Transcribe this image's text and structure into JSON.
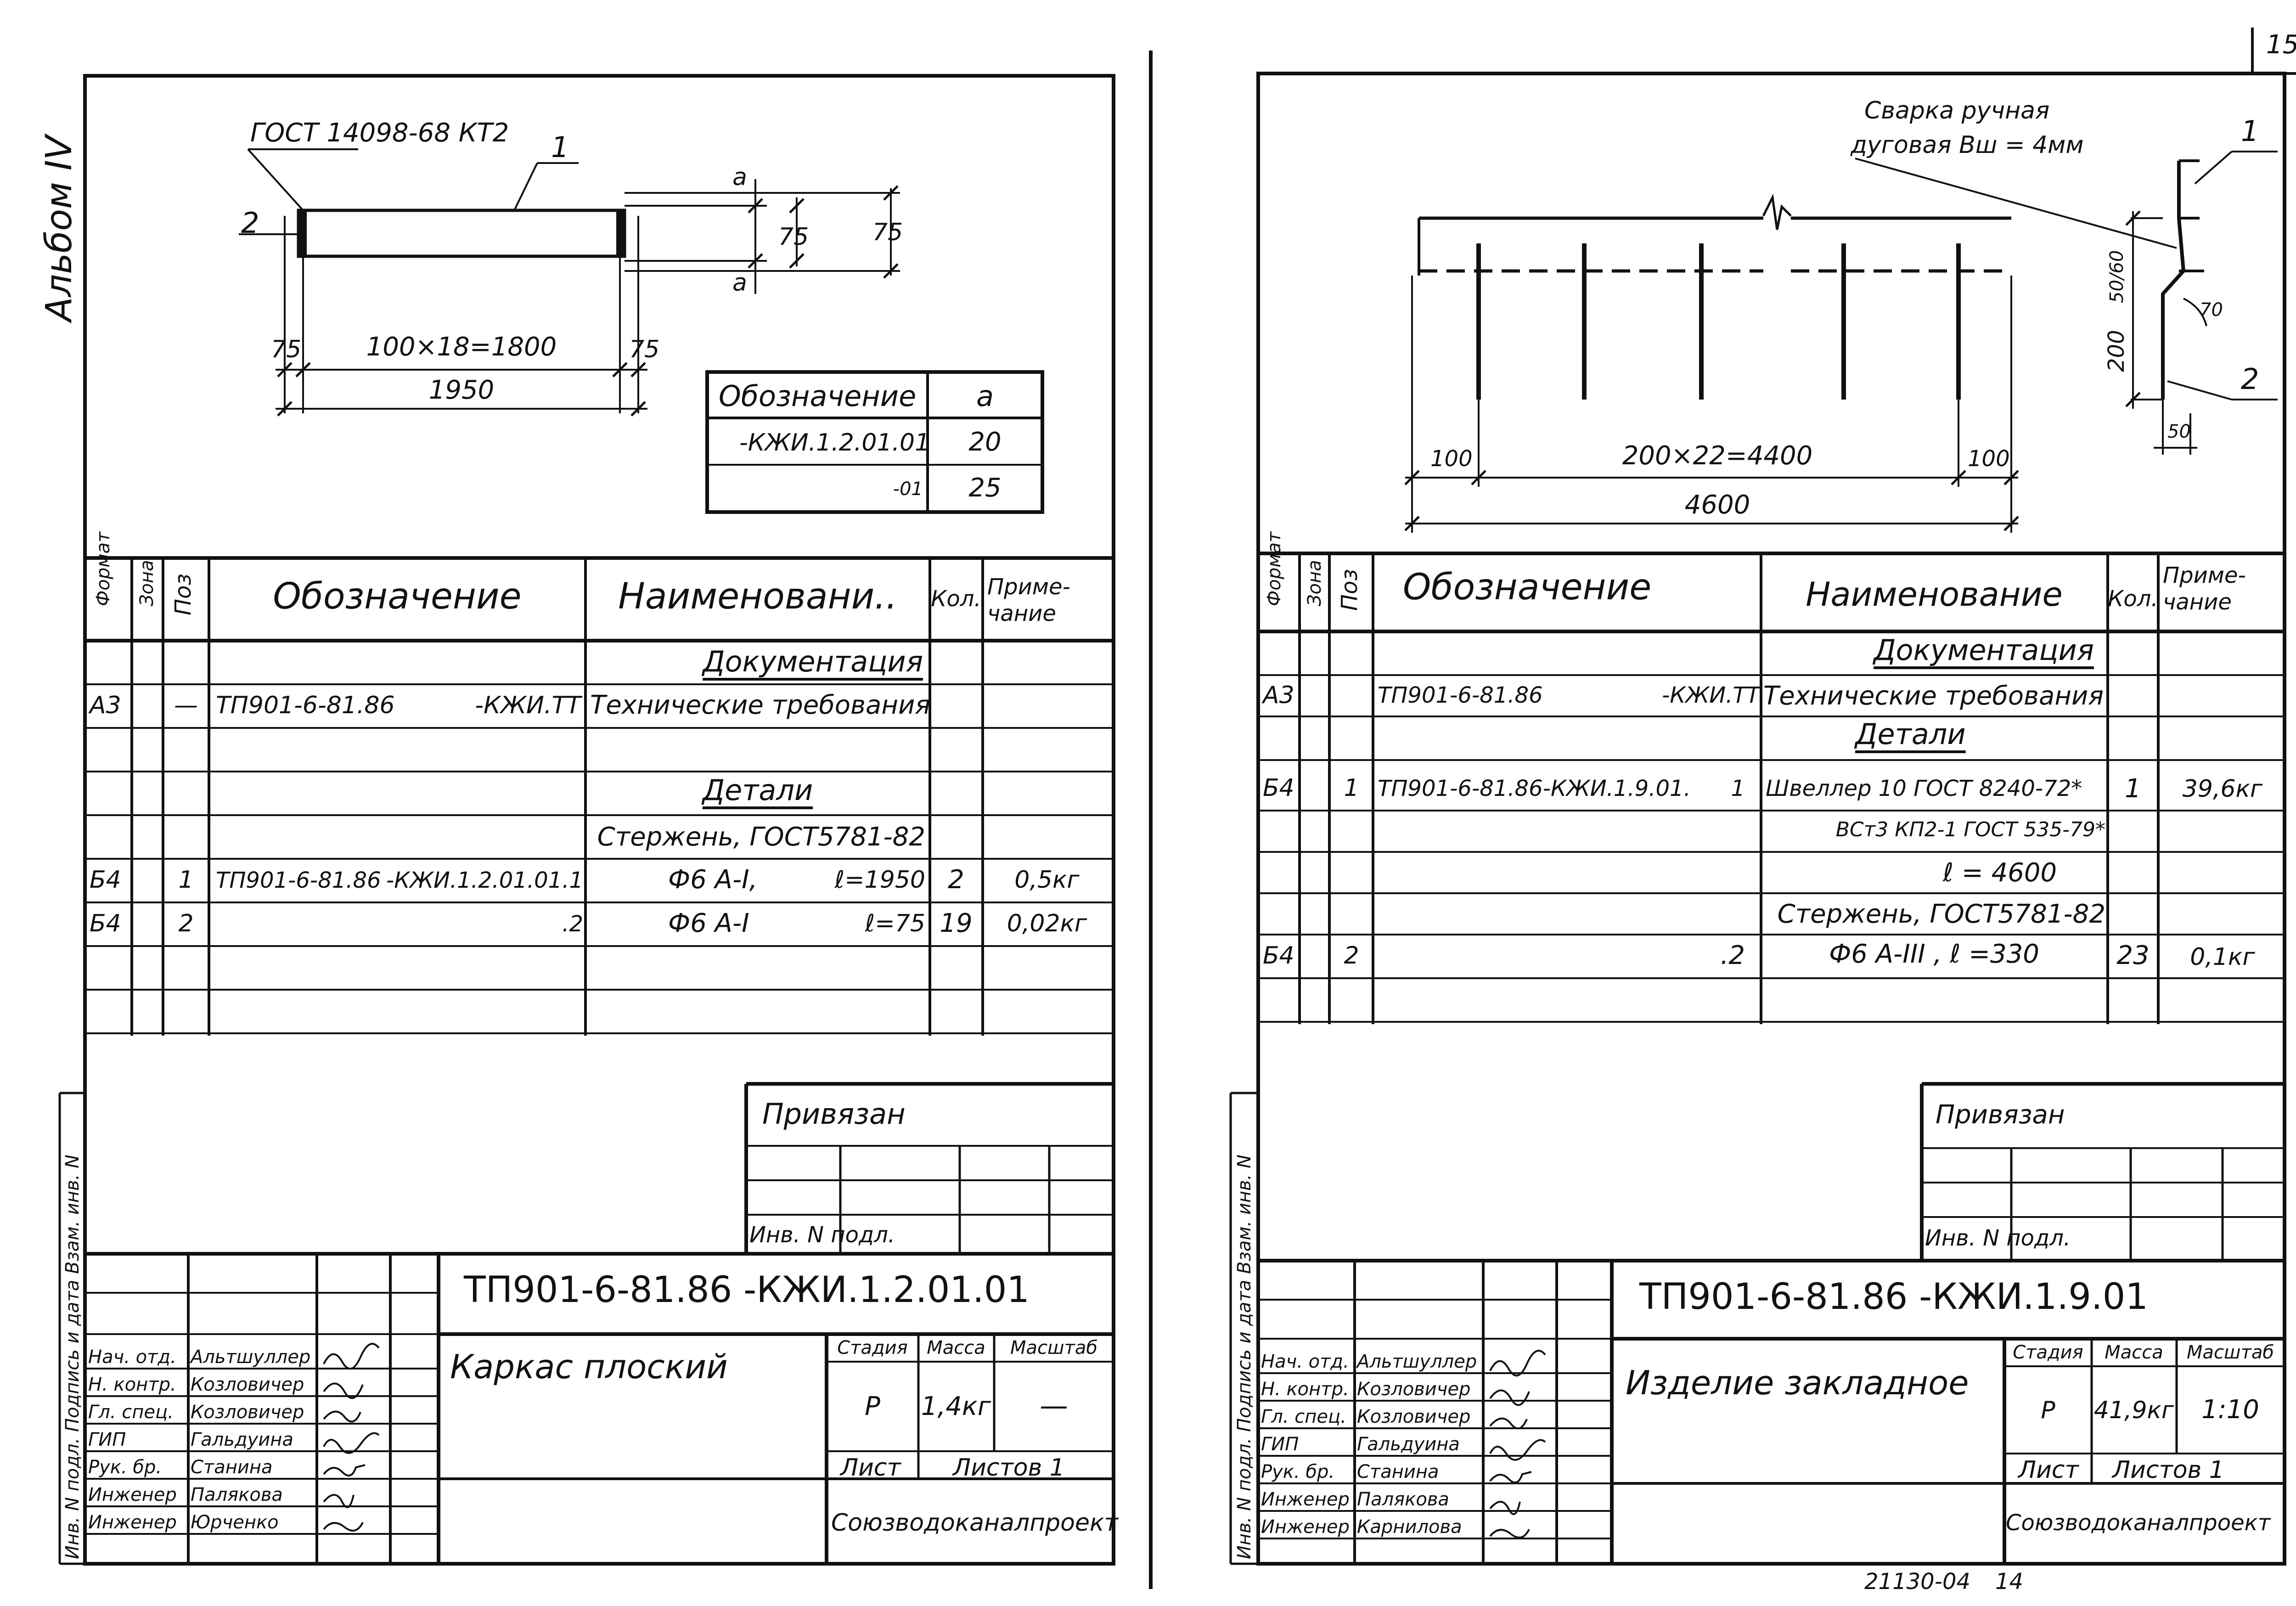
{
  "page_number": "15",
  "album_label": "Альбом IV",
  "footer_code": "21130-04",
  "footer_page": "14",
  "left": {
    "drawing": {
      "standard": "ГОСТ 14098-68 КТ2",
      "callout_1": "1",
      "callout_2": "2",
      "dim_left": "75",
      "dim_mid": "100×18=1800",
      "dim_right": "75",
      "dim_total": "1950",
      "dim_h_inner": "75",
      "dim_h_outer": "75",
      "dim_a_top": "a",
      "dim_a_bottom": "a"
    },
    "variants": {
      "head_designation": "Обозначение",
      "head_a": "a",
      "rows": [
        {
          "designation": "-КЖИ.1.2.01.01",
          "a": "20"
        },
        {
          "designation": "-01",
          "a": "25"
        }
      ]
    },
    "spec": {
      "headers": {
        "format": "Формат",
        "zone": "Зона",
        "pos": "Поз",
        "designation": "Обозначение",
        "name": "Наименовани..",
        "qty": "Кол.",
        "note": "Приме-чание"
      },
      "section_docs": "Документация",
      "doc_row": {
        "format": "А3",
        "pos": "—",
        "code": "ТП901-6-81.86",
        "suffix": "-КЖИ.ТТ",
        "name": "Технические требования"
      },
      "section_parts": "Детали",
      "material": "Стержень, ГОСТ5781-82",
      "rows": [
        {
          "format": "Б4",
          "pos": "1",
          "code": "ТП901-6-81.86",
          "suffix": "-КЖИ.1.2.01.01.1",
          "name": "Ф6 А-I,",
          "length": "ℓ=1950",
          "qty": "2",
          "note": "0,5кг"
        },
        {
          "format": "Б4",
          "pos": "2",
          "code": "",
          "suffix": ".2",
          "name": "Ф6 А-I",
          "length": "ℓ=75",
          "qty": "19",
          "note": "0,02кг"
        }
      ]
    },
    "title_block": {
      "bound_label": "Привязан",
      "inv_label": "Инв. N подл.",
      "doc_code": "ТП901-6-81.86 -КЖИ.1.2.01.01",
      "doc_title": "Каркас плоский",
      "stage_label": "Стадия",
      "mass_label": "Масса",
      "scale_label": "Масштаб",
      "stage": "Р",
      "mass": "1,4кг",
      "scale": "—",
      "sheet_label": "Лист",
      "sheets_label": "Листов 1",
      "org": "Союзводоканалпроект",
      "people": [
        {
          "role": "Нач. отд.",
          "name": "Альтшуллер"
        },
        {
          "role": "Н. контр.",
          "name": "Козловичер"
        },
        {
          "role": "Гл. спец.",
          "name": "Козловичер"
        },
        {
          "role": "ГИП",
          "name": "Гальдуина"
        },
        {
          "role": "Рук. бр.",
          "name": "Станина"
        },
        {
          "role": "Инженер",
          "name": "Палякова"
        },
        {
          "role": "Инженер",
          "name": "Юрченко"
        }
      ],
      "side_stamp": "Инв. N подл. Подпись и дата Взам. инв. N"
    }
  },
  "right": {
    "drawing": {
      "weld_note_1": "Сварка ручная",
      "weld_note_2": "дуговая Вш = 4мм",
      "callout_1": "1",
      "callout_2": "2",
      "dim_left": "100",
      "dim_mid": "200×22=4400",
      "dim_right": "100",
      "dim_total": "4600",
      "dim_h": "200",
      "dim_channel": "50/60",
      "dim_bottom": "50",
      "dim_angle": "70"
    },
    "spec": {
      "headers": {
        "format": "Формат",
        "zone": "Зона",
        "pos": "Поз",
        "designation": "Обозначение",
        "name": "Наименование",
        "qty": "Кол.",
        "note": "Приме-чание"
      },
      "section_docs": "Документация",
      "doc_row": {
        "format": "А3",
        "code": "ТП901-6-81.86",
        "suffix": "-КЖИ.ТТ",
        "name": "Технические требования"
      },
      "section_parts": "Детали",
      "row1": {
        "format": "Б4",
        "pos": "1",
        "code": "ТП901-6-81.86-КЖИ.1.9.01.",
        "suffix": "1",
        "name": "Швеллер 10 ГОСТ 8240-72*",
        "qty": "1",
        "note": "39,6кг"
      },
      "row1_sub1": "ВСт3 КП2-1 ГОСТ 535-79*",
      "row1_sub2": "ℓ = 4600",
      "material": "Стержень, ГОСТ5781-82",
      "row2": {
        "format": "Б4",
        "pos": "2",
        "suffix": ".2",
        "name": "Ф6 А-III , ℓ =330",
        "qty": "23",
        "note": "0,1кг"
      }
    },
    "title_block": {
      "bound_label": "Привязан",
      "inv_label": "Инв. N подл.",
      "doc_code": "ТП901-6-81.86 -КЖИ.1.9.01",
      "doc_title": "Изделие закладное",
      "stage_label": "Стадия",
      "mass_label": "Масса",
      "scale_label": "Масштаб",
      "stage": "Р",
      "mass": "41,9кг",
      "scale": "1:10",
      "sheet_label": "Лист",
      "sheets_label": "Листов 1",
      "org": "Союзводоканалпроект",
      "people": [
        {
          "role": "Нач. отд.",
          "name": "Альтшуллер"
        },
        {
          "role": "Н. контр.",
          "name": "Козловичер"
        },
        {
          "role": "Гл. спец.",
          "name": "Козловичер"
        },
        {
          "role": "ГИП",
          "name": "Гальдуина"
        },
        {
          "role": "Рук. бр.",
          "name": "Станина"
        },
        {
          "role": "Инженер",
          "name": "Палякова"
        },
        {
          "role": "Инженер",
          "name": "Карнилова"
        }
      ],
      "side_stamp": "Инв. N подл. Подпись и дата Взам. инв. N"
    }
  }
}
